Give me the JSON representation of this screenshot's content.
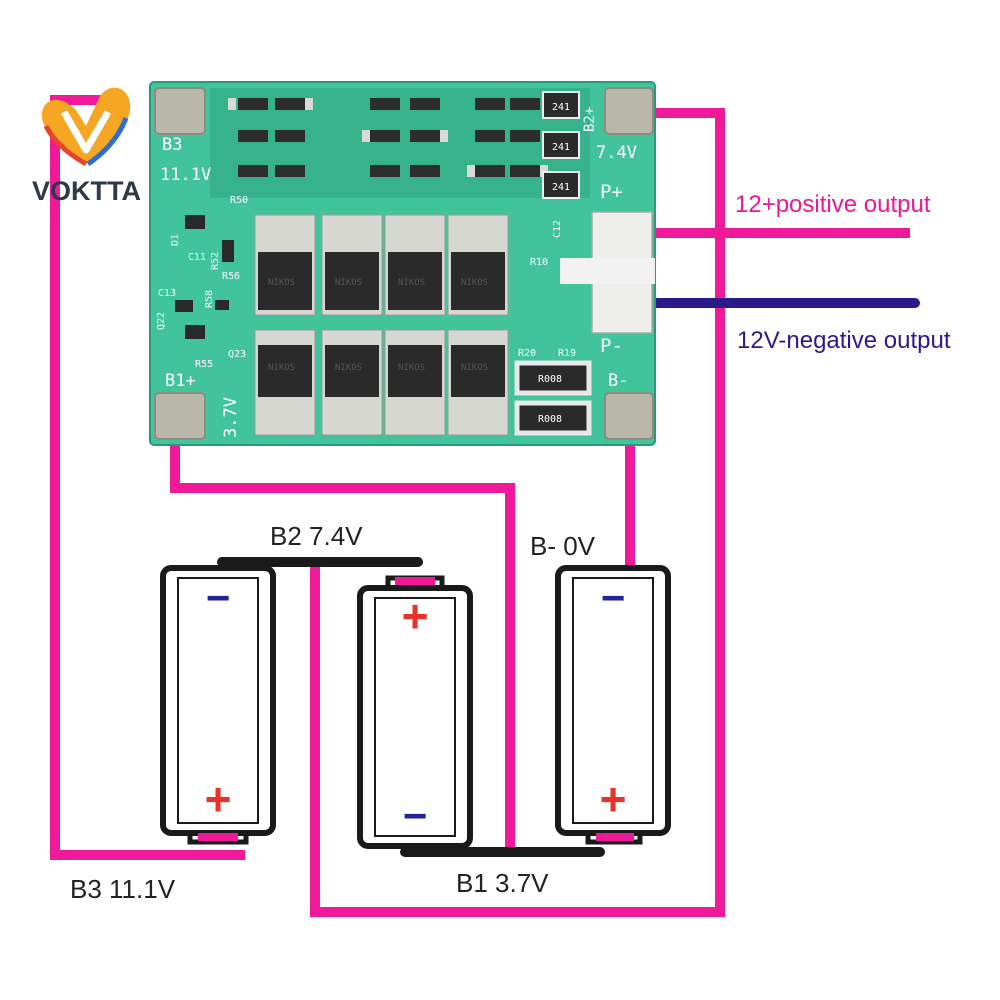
{
  "logo": {
    "text": "VOKTTA"
  },
  "outputs": {
    "positive": "12+positive output",
    "negative": "12V-negative output"
  },
  "battery_nodes": {
    "b2": "B2 7.4V",
    "b_minus": "B- 0V",
    "b3": "B3 11.1V",
    "b1": "B1 3.7V"
  },
  "board": {
    "silk": {
      "b3": "B3",
      "v11": "11.1V",
      "b2plus": "B2+",
      "v74": "7.4V",
      "pplus": "P+",
      "pminus": "P-",
      "b1plus": "B1+",
      "v37": "3.7V",
      "bminus": "B-",
      "r50": "R50",
      "r56": "R56",
      "r58": "R58",
      "r55": "R55",
      "c11": "C11",
      "c13": "C13",
      "q22": "Q22",
      "q23": "Q23",
      "r10": "R10",
      "c12": "C12",
      "r20": "R20",
      "r19": "R19",
      "d1": "D1",
      "r52": "R52"
    },
    "chip_labels": [
      "NIKOS",
      "NIKOS",
      "NIKOS",
      "NIKOS",
      "NIKOS",
      "NIKOS",
      "NIKOS",
      "NIKOS"
    ],
    "shunt_labels": [
      "R008",
      "R008"
    ],
    "smd_code": "241"
  },
  "cells": {
    "plus": "+",
    "minus": "−"
  },
  "colors": {
    "wire_pink": "#f0199a",
    "wire_blue": "#2b1a8c",
    "pcb": "#3fc29a",
    "busbar": "#1a1a1a",
    "logo_orange": "#f5a623",
    "logo_red": "#e8442a",
    "logo_blue": "#2a6fd8",
    "plus_red": "#e8322a",
    "minus_blue": "#25259a",
    "pos_text": "#e8199a",
    "neg_text": "#2b1a8c"
  }
}
